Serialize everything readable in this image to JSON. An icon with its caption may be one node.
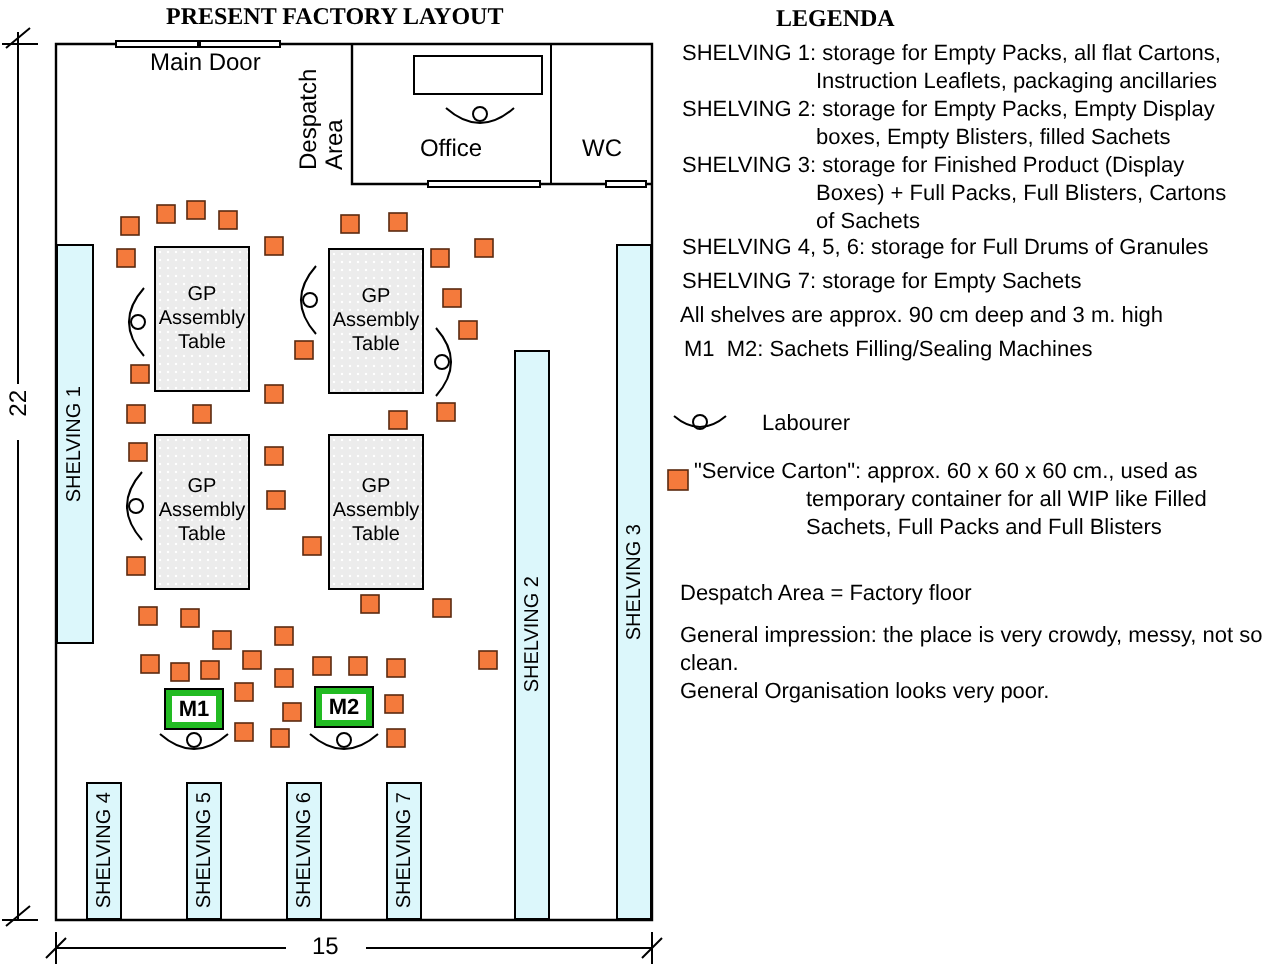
{
  "diagram": {
    "title": "PRESENT FACTORY LAYOUT",
    "nodes": [
      {
        "text": [
          "Office"
        ]
      },
      {
        "text": [
          "WC"
        ]
      },
      {
        "text": [
          "SHELVING 1"
        ]
      },
      {
        "text": [
          "SHELVING 2"
        ]
      },
      {
        "text": [
          "SHELVING 3"
        ]
      },
      {
        "text": [
          "SHELVING 4"
        ]
      },
      {
        "text": [
          "SHELVING 5"
        ]
      },
      {
        "text": [
          "SHELVING 6"
        ]
      },
      {
        "text": [
          "SHELVING 7"
        ]
      },
      {
        "text": [
          "GP Assembly Table"
        ]
      },
      {
        "text": [
          "GP Assembly Table"
        ]
      },
      {
        "text": [
          "GP Assembly Table"
        ]
      },
      {
        "text": [
          "GP Assembly Table"
        ]
      },
      {
        "text": [
          "M1"
        ]
      },
      {
        "text": [
          "M2"
        ]
      }
    ],
    "labels": [
      "Main Door",
      "Despatch Area",
      "22",
      "15",
      "LEGENDA",
      "SHELVING 1: storage for Empty Packs, all flat Cartons, Instruction Leaflets, packaging ancillaries",
      "SHELVING 2: storage for Empty Packs, Empty Display boxes, Empty Blisters, filled Sachets",
      "SHELVING 3: storage for Finished Product (Display Boxes) + Full Packs, Full Blisters, Cartons of Sachets",
      "SHELVING 4, 5, 6: storage for Full Drums of Granules",
      "SHELVING 7: storage for Empty Sachets",
      "All shelves are approx. 90 cm deep and 3 m. high",
      "M1  M2: Sachets Filling/Sealing Machines",
      "Despatch Area = Factory floor",
      "General impression: the place is very crowdy, messy, not so clean.",
      "General Organisation looks very poor."
    ],
    "legend": [
      {
        "text": "Labourer"
      },
      {
        "text": "\"Service Carton\": approx. 60 x 60 x 60 cm., used as temporary container for all WIP like Filled Sachets, Full Packs and Full Blisters",
        "color": "#f47a3c"
      }
    ]
  }
}
